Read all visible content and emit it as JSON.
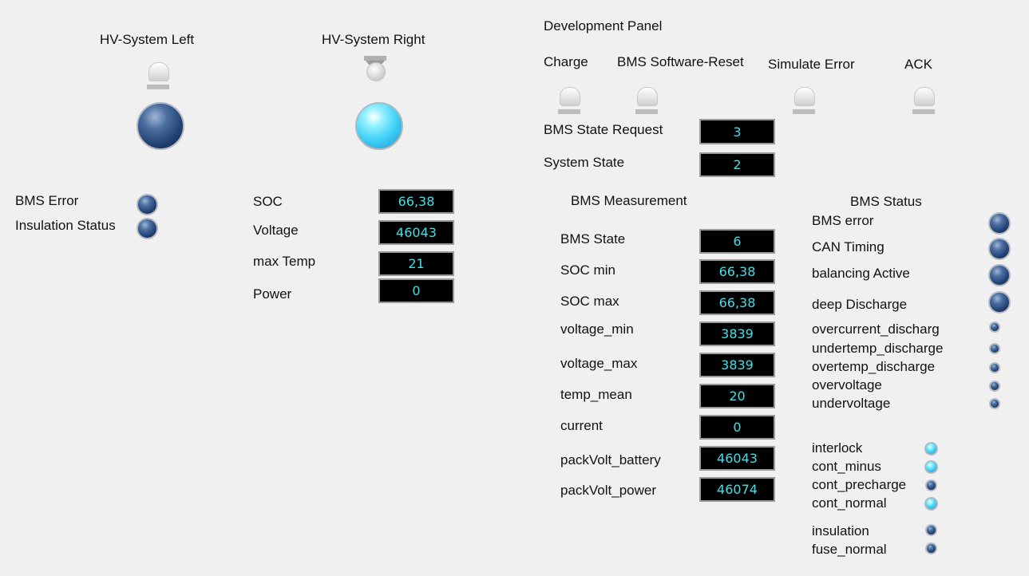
{
  "hv_left": {
    "title": "HV-System Left"
  },
  "hv_right": {
    "title": "HV-System Right"
  },
  "left_status": {
    "bms_error": "BMS Error",
    "insulation_status": "Insulation Status"
  },
  "main_values": [
    {
      "label": "SOC",
      "value": "66,38"
    },
    {
      "label": "Voltage",
      "value": "46043"
    },
    {
      "label": "max Temp",
      "value": "21"
    },
    {
      "label": "Power",
      "value": "0"
    }
  ],
  "dev_panel": {
    "title": "Development Panel",
    "charge": "Charge",
    "bms_reset": "BMS Software-Reset",
    "simulate_error": "Simulate Error",
    "ack": "ACK",
    "state_request_label": "BMS State Request",
    "state_request_value": "3",
    "system_state_label": "System State",
    "system_state_value": "2"
  },
  "measurement": {
    "title": "BMS Measurement",
    "rows": [
      {
        "label": "BMS State",
        "value": "6"
      },
      {
        "label": "SOC min",
        "value": "66,38"
      },
      {
        "label": "SOC max",
        "value": "66,38"
      },
      {
        "label": "voltage_min",
        "value": "3839"
      },
      {
        "label": "voltage_max",
        "value": "3839"
      },
      {
        "label": "temp_mean",
        "value": "20"
      },
      {
        "label": "current",
        "value": "0"
      },
      {
        "label": "packVolt_battery",
        "value": "46043"
      },
      {
        "label": "packVolt_power",
        "value": "46074"
      }
    ]
  },
  "status": {
    "title": "BMS Status",
    "items": [
      {
        "label": "BMS error",
        "on": false
      },
      {
        "label": "CAN Timing",
        "on": false
      },
      {
        "label": "balancing Active",
        "on": false
      },
      {
        "label": "deep Discharge",
        "on": false
      },
      {
        "label": "overcurrent_discharg",
        "on": false
      },
      {
        "label": "undertemp_discharge",
        "on": false
      },
      {
        "label": "overtemp_discharge",
        "on": false
      },
      {
        "label": "overvoltage",
        "on": false
      },
      {
        "label": "undervoltage",
        "on": false
      },
      {
        "label": "interlock",
        "on": true
      },
      {
        "label": "cont_minus",
        "on": true
      },
      {
        "label": "cont_precharge",
        "on": false
      },
      {
        "label": "cont_normal",
        "on": true
      },
      {
        "label": "insulation",
        "on": false
      },
      {
        "label": "fuse_normal",
        "on": false
      }
    ]
  },
  "indicators": {
    "hv_left_on": false,
    "hv_right_on": true
  }
}
